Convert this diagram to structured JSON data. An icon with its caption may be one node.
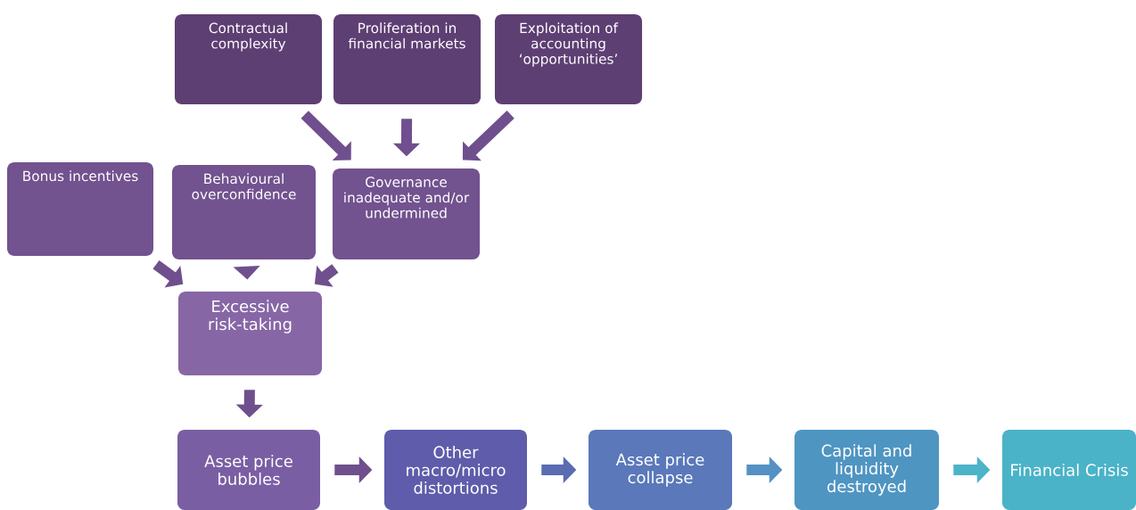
{
  "diagram": {
    "nodes": [
      {
        "text": [
          "Contractual complexity"
        ]
      },
      {
        "text": [
          "Proliferation in financial markets"
        ]
      },
      {
        "text": [
          "Exploitation of accounting ‘opportunities’"
        ]
      },
      {
        "text": [
          "Bonus incentives"
        ]
      },
      {
        "text": [
          "Behavioural overconfidence"
        ]
      },
      {
        "text": [
          "Governance inadequate and/or undermined"
        ]
      },
      {
        "text": [
          "Excessive risk-taking"
        ]
      },
      {
        "text": [
          "Asset price bubbles"
        ]
      },
      {
        "text": [
          "Other macro/micro distortions"
        ]
      },
      {
        "text": [
          "Asset price collapse"
        ]
      },
      {
        "text": [
          "Capital and liquidity destroyed"
        ]
      },
      {
        "text": [
          "Financial Crisis"
        ]
      }
    ],
    "edges": [
      {
        "from": 0,
        "to": 5,
        "arrow": "to"
      },
      {
        "from": 1,
        "to": 5,
        "arrow": "to"
      },
      {
        "from": 2,
        "to": 5,
        "arrow": "to"
      },
      {
        "from": 3,
        "to": 6,
        "arrow": "to"
      },
      {
        "from": 4,
        "to": 6,
        "arrow": "to"
      },
      {
        "from": 5,
        "to": 6,
        "arrow": "to"
      },
      {
        "from": 6,
        "to": 7,
        "arrow": "to"
      },
      {
        "from": 7,
        "to": 8,
        "arrow": "to"
      },
      {
        "from": 8,
        "to": 9,
        "arrow": "to",
        "color": "#5a6cb2"
      },
      {
        "from": 9,
        "to": 10,
        "arrow": "to",
        "color": "#5591c4"
      },
      {
        "from": 10,
        "to": 11,
        "arrow": "to",
        "color": "#4db3c9"
      }
    ]
  }
}
